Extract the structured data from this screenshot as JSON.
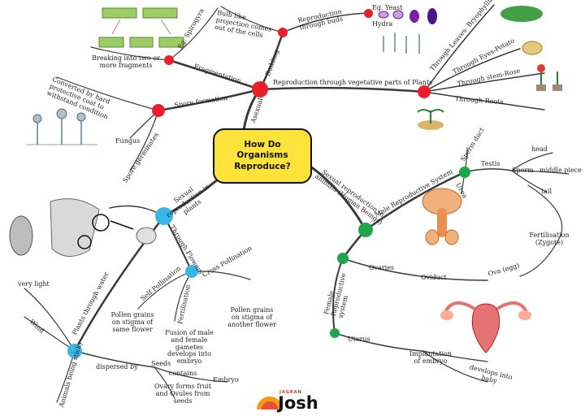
{
  "center": {
    "title": "How Do Organisms Reproduce?"
  },
  "asexual": {
    "branch_label": "Asexual",
    "budding": {
      "label": "Budding",
      "reproduction_through_buds": "Reproduction through buds",
      "bulb_desc": "Bulb like projection comes out of the cells",
      "eg_yeast": "Eg. Yeast",
      "hydra": "Hydra"
    },
    "fragmentation": {
      "label": "Fragmentation",
      "eg_spirogyra": "Eg. Spirogyra",
      "breaking": "Breaking into two or more fragments"
    },
    "spore_formation": {
      "label": "Spore formation",
      "covered": "Converted by hard protective coat to withstand condition",
      "fungus": "Fungus",
      "spore_germinates": "Spore germinates"
    },
    "vegetative": {
      "label": "Reproduction through vegetative parts of Plants",
      "leaves": "Through Leaves- Bryophyllum",
      "eyes": "Through Eyes-Potato",
      "stem": "Through stem-Rose",
      "roots": "Through Roots"
    }
  },
  "sexual_humans": {
    "branch_label": "Sexual reproduction in animals (Human Beings)",
    "male": {
      "label": "Male Reproductive System",
      "sperm_duct": "Sperm duct",
      "testis": "Testis",
      "urea": "Urea",
      "sperm": "Sperm",
      "head": "head",
      "middle_piece": "middle piece",
      "tail": "tail",
      "fertilisation": "Fertilisation (Zygote)"
    },
    "female": {
      "label": "Female Reproductive system",
      "ovaries": "Ovaries",
      "oviduct": "Oviduct",
      "ova": "Ova (egg)",
      "uterus": "Uterus",
      "implantation": "Implantation of embryo",
      "develops": "develops into baby"
    }
  },
  "sexual_plants": {
    "branch_label": "Sexual reproduction in plants",
    "through_flowers": "Through Flowers",
    "cross_pollination": "Cross Pollination",
    "self_pollination": "Self Pollination",
    "fertilisation": "Fertilisation",
    "pollen_same": "Pollen grains on stigma of same flower",
    "fusion": "Fusion of male and female gametes develops into embryo",
    "pollen_another": "Pollen grains on stigma of another flower",
    "plants_through_water": "Plants through water",
    "very_light": "very light",
    "wind": "Wind",
    "animals_sticky": "Animals being sticky",
    "dispersed_by": "dispersed by",
    "seeds": "Seeds",
    "contains": "contains",
    "embryo": "Embryo",
    "ovary_forms": "Ovary forms fruit and Ovules from seeds"
  },
  "brand": {
    "small": "JAGRAN",
    "word": "Josh"
  },
  "colors": {
    "center_fill": "#fde33a",
    "node_asexual": "#e8202a",
    "node_sexual_humans": "#1fa64a",
    "node_sexual_plants": "#38b6e6",
    "branch": "#3a3a3a",
    "logo_orange": "#f39c12"
  }
}
